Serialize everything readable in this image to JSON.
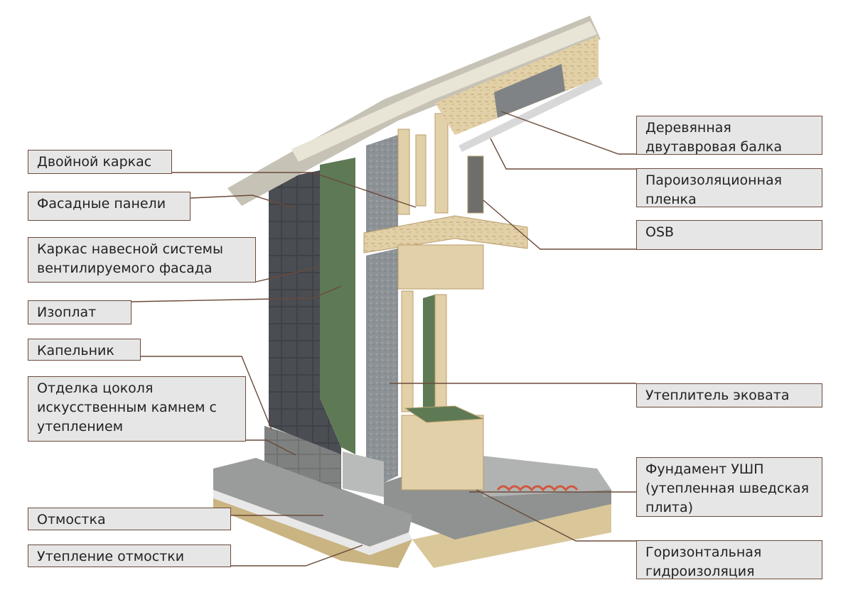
{
  "labels": [
    "Двойной каркас",
    "Фасадные панели",
    "Каркас навесной системы\nвентилируемого фасада",
    "Изоплат",
    "Капельник",
    "Отделка цоколя\nискусственным камнем с\nутеплением",
    "Отмостка",
    "Утепление отмостки",
    "Деревянная\nдвутавровая балка",
    "Пароизоляционная\nпленка",
    "OSB",
    "Утеплитель эковата",
    "Фундамент УШП\n(утепленная шведская\nплита)",
    "Горизонтальная\nгидроизоляция"
  ],
  "colors": {
    "leader": "#6b4a3a",
    "label_bg": "#e6e6e6",
    "cladding": "#3f4247",
    "green_board": "#5d7a55",
    "insulation": "#8d9296",
    "timber": "#e2d0a8",
    "concrete": "#9a9c9b",
    "sand": "#d9c79a",
    "heating_pipe": "#d0583e"
  }
}
